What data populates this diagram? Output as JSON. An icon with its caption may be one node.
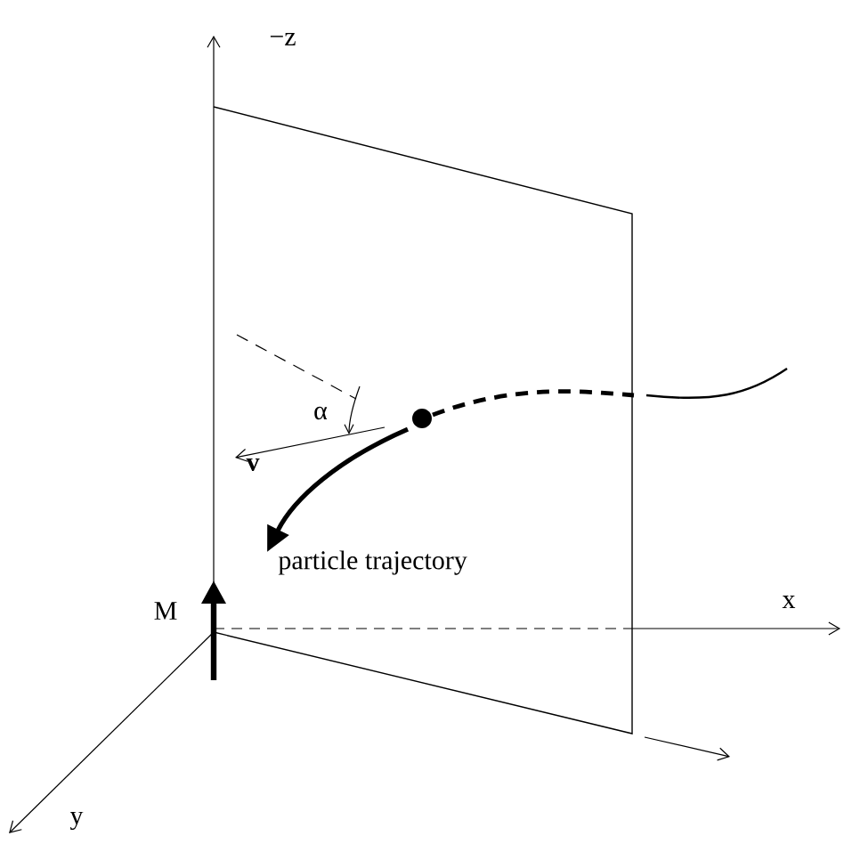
{
  "diagram": {
    "labels": [
      "−z",
      "α",
      "v",
      "particle trajectory",
      "M",
      "x",
      "y"
    ]
  }
}
